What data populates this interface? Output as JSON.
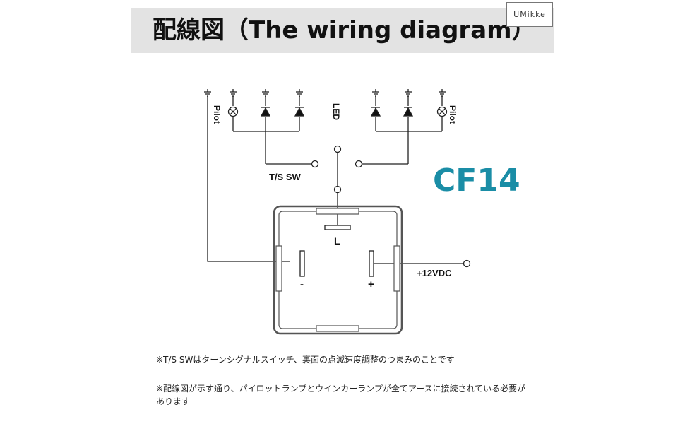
{
  "header": {
    "title": "配線図（The wiring diagram）",
    "brand": "UMikke"
  },
  "diagram": {
    "pilot_label_left": "Pilot",
    "pilot_label_right": "Pilot",
    "led_label": "LED",
    "switch_label": "T/S SW",
    "model": "CF14",
    "terminal_l": "L",
    "terminal_minus": "-",
    "terminal_plus": "+",
    "power_label": "+12VDC"
  },
  "notes": {
    "note1": "※T/S SWはターンシグナルスイッチ、裏面の点滅速度調整のつまみのことです",
    "note2": "※配線図が示す通り、パイロットランプとウインカーランプが全てアースに接続されている必要があります"
  },
  "colors": {
    "accent": "#1a8da6",
    "title_bg": "#e3e3e3",
    "line": "#222222",
    "relay_border": "#555555"
  }
}
